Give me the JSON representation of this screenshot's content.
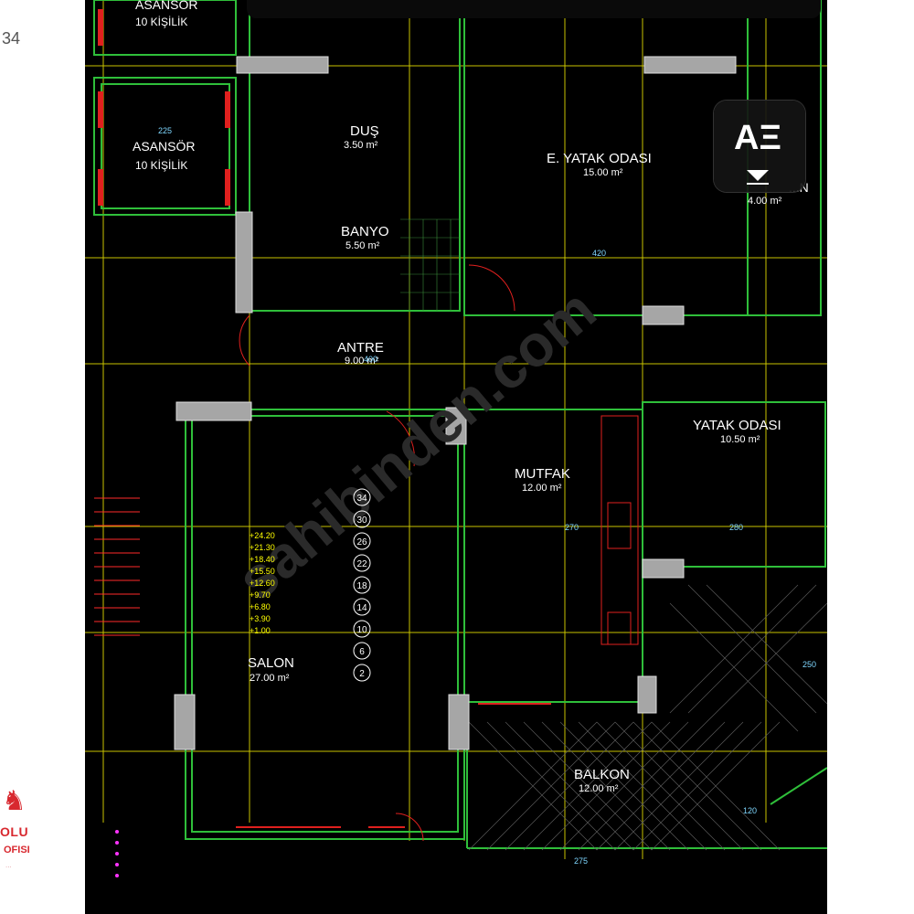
{
  "page_number": "34",
  "logo": {
    "figure": "♞",
    "line1": "OLU",
    "line2": "OFISI",
    "line3": "..."
  },
  "translate_button": {
    "glyph": "AΞ"
  },
  "watermark": "sahibinden.com",
  "rooms": [
    {
      "id": "asansor-1",
      "name": "ASANSÖR",
      "area": "10 KİŞİLİK"
    },
    {
      "id": "asansor-2",
      "name": "ASANSÖR",
      "area": "10 KİŞİLİK"
    },
    {
      "id": "dus",
      "name": "DUŞ",
      "area": "3.50 m²"
    },
    {
      "id": "e-yatak-odasi",
      "name": "E. YATAK ODASI",
      "area": "15.00 m²"
    },
    {
      "id": "banyo",
      "name": "BANYO",
      "area": "5.50 m²"
    },
    {
      "id": "small-room",
      "name": "...N",
      "area": "4.00 m²"
    },
    {
      "id": "antre",
      "name": "ANTRE",
      "area": "9.00 m²"
    },
    {
      "id": "yatak-odasi",
      "name": "YATAK ODASI",
      "area": "10.50 m²"
    },
    {
      "id": "mutfak",
      "name": "MUTFAK",
      "area": "12.00 m²"
    },
    {
      "id": "salon",
      "name": "SALON",
      "area": "27.00 m²"
    },
    {
      "id": "balkon",
      "name": "BALKON",
      "area": "12.00 m²"
    }
  ],
  "elevation_levels": [
    "+24.20",
    "+21.30",
    "+18.40",
    "+15.50",
    "+12.60",
    "+9.70",
    "+6.80",
    "+3.90",
    "+1.00"
  ],
  "floor_markers": [
    "34",
    "30",
    "26",
    "22",
    "18",
    "14",
    "10",
    "6",
    "2"
  ],
  "dimensions": [
    "225",
    "420",
    "400",
    "270",
    "280",
    "275",
    "250",
    "120"
  ],
  "colors": {
    "background": "#000000",
    "wall": "#2fbf3a",
    "axis": "#c8c200",
    "label": "#ffffff",
    "spec": "#ffff00",
    "dimension": "#7fd7ff",
    "accent_red": "#e0201e",
    "column": "#a6a6a6"
  }
}
